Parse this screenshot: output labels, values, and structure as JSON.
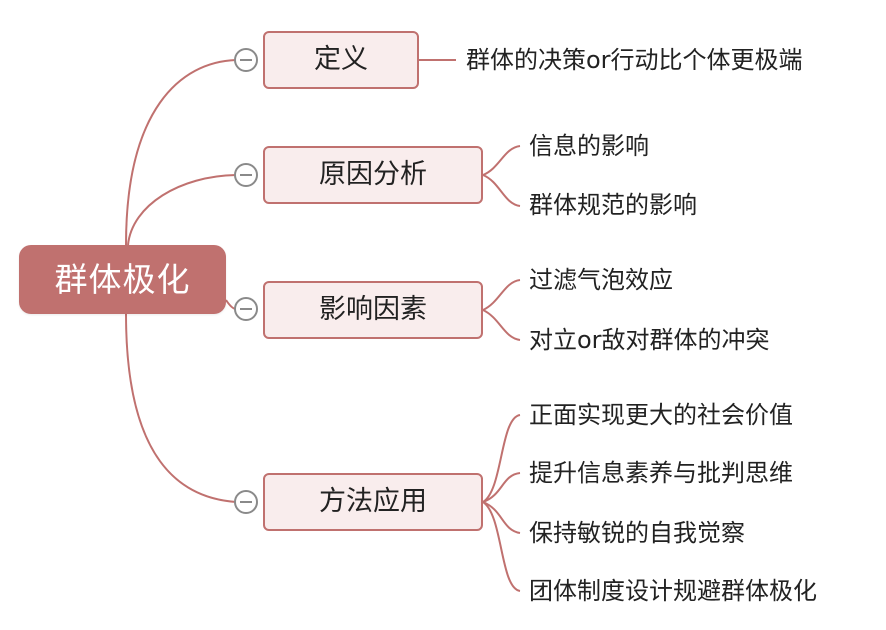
{
  "root": {
    "label": "群体极化"
  },
  "branches": [
    {
      "label": "定义",
      "children": [
        "群体的决策or行动比个体更极端"
      ]
    },
    {
      "label": "原因分析",
      "children": [
        "信息的影响",
        "群体规范的影响"
      ]
    },
    {
      "label": "影响因素",
      "children": [
        "过滤气泡效应",
        "对立or敌对群体的冲突"
      ]
    },
    {
      "label": "方法应用",
      "children": [
        "正面实现更大的社会价值",
        "提升信息素养与批判思维",
        "保持敏锐的自我觉察",
        "团体制度设计规避群体极化"
      ]
    }
  ],
  "colors": {
    "root_fill": "#c0716f",
    "branch_fill": "#f9eded",
    "line": "#c0716f",
    "collapse_icon": "#8a8a8a"
  }
}
